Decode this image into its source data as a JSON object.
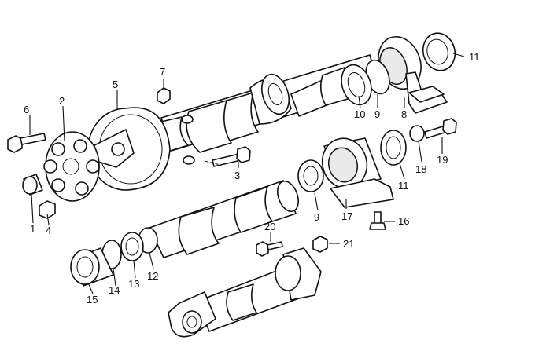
{
  "diagram": {
    "callouts": {
      "c1": "1",
      "c2": "2",
      "c3": "3",
      "c4": "4",
      "c5": "5",
      "c6": "6",
      "c7": "7",
      "c8": "8",
      "c9a": "9",
      "c9b": "9",
      "c10": "10",
      "c11a": "11",
      "c11b": "11",
      "c12": "12",
      "c13": "13",
      "c14": "14",
      "c15": "15",
      "c16": "16",
      "c17": "17",
      "c18": "18",
      "c19": "19",
      "c20": "20",
      "c21": "21"
    }
  }
}
